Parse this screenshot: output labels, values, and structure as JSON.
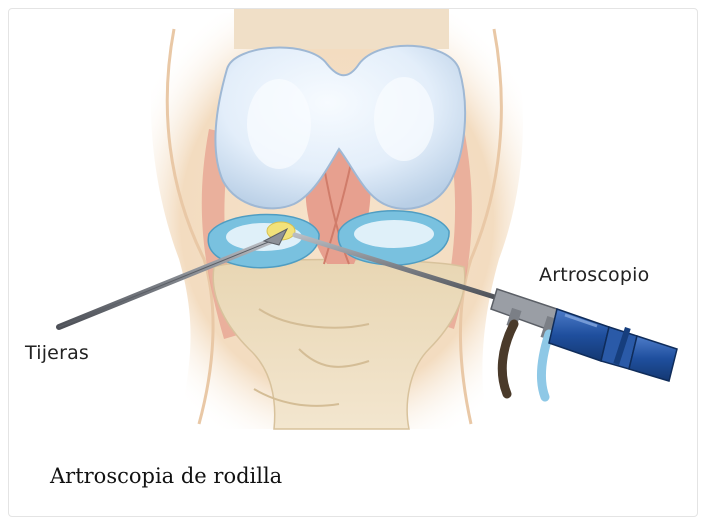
{
  "figure": {
    "labels": {
      "arthroscope": "Artroscopio",
      "scissors": "Tijeras"
    },
    "colors": {
      "skin": "#f3dcc0",
      "bone": "#d6dbe6",
      "cartilage": "#eaf2fb",
      "meniscus": "#79c1df",
      "ligament": "#e7a08f",
      "instrument": "#7b7f86",
      "scope_blue": "#1f4f9e"
    }
  },
  "caption": "Artroscopia de rodilla"
}
